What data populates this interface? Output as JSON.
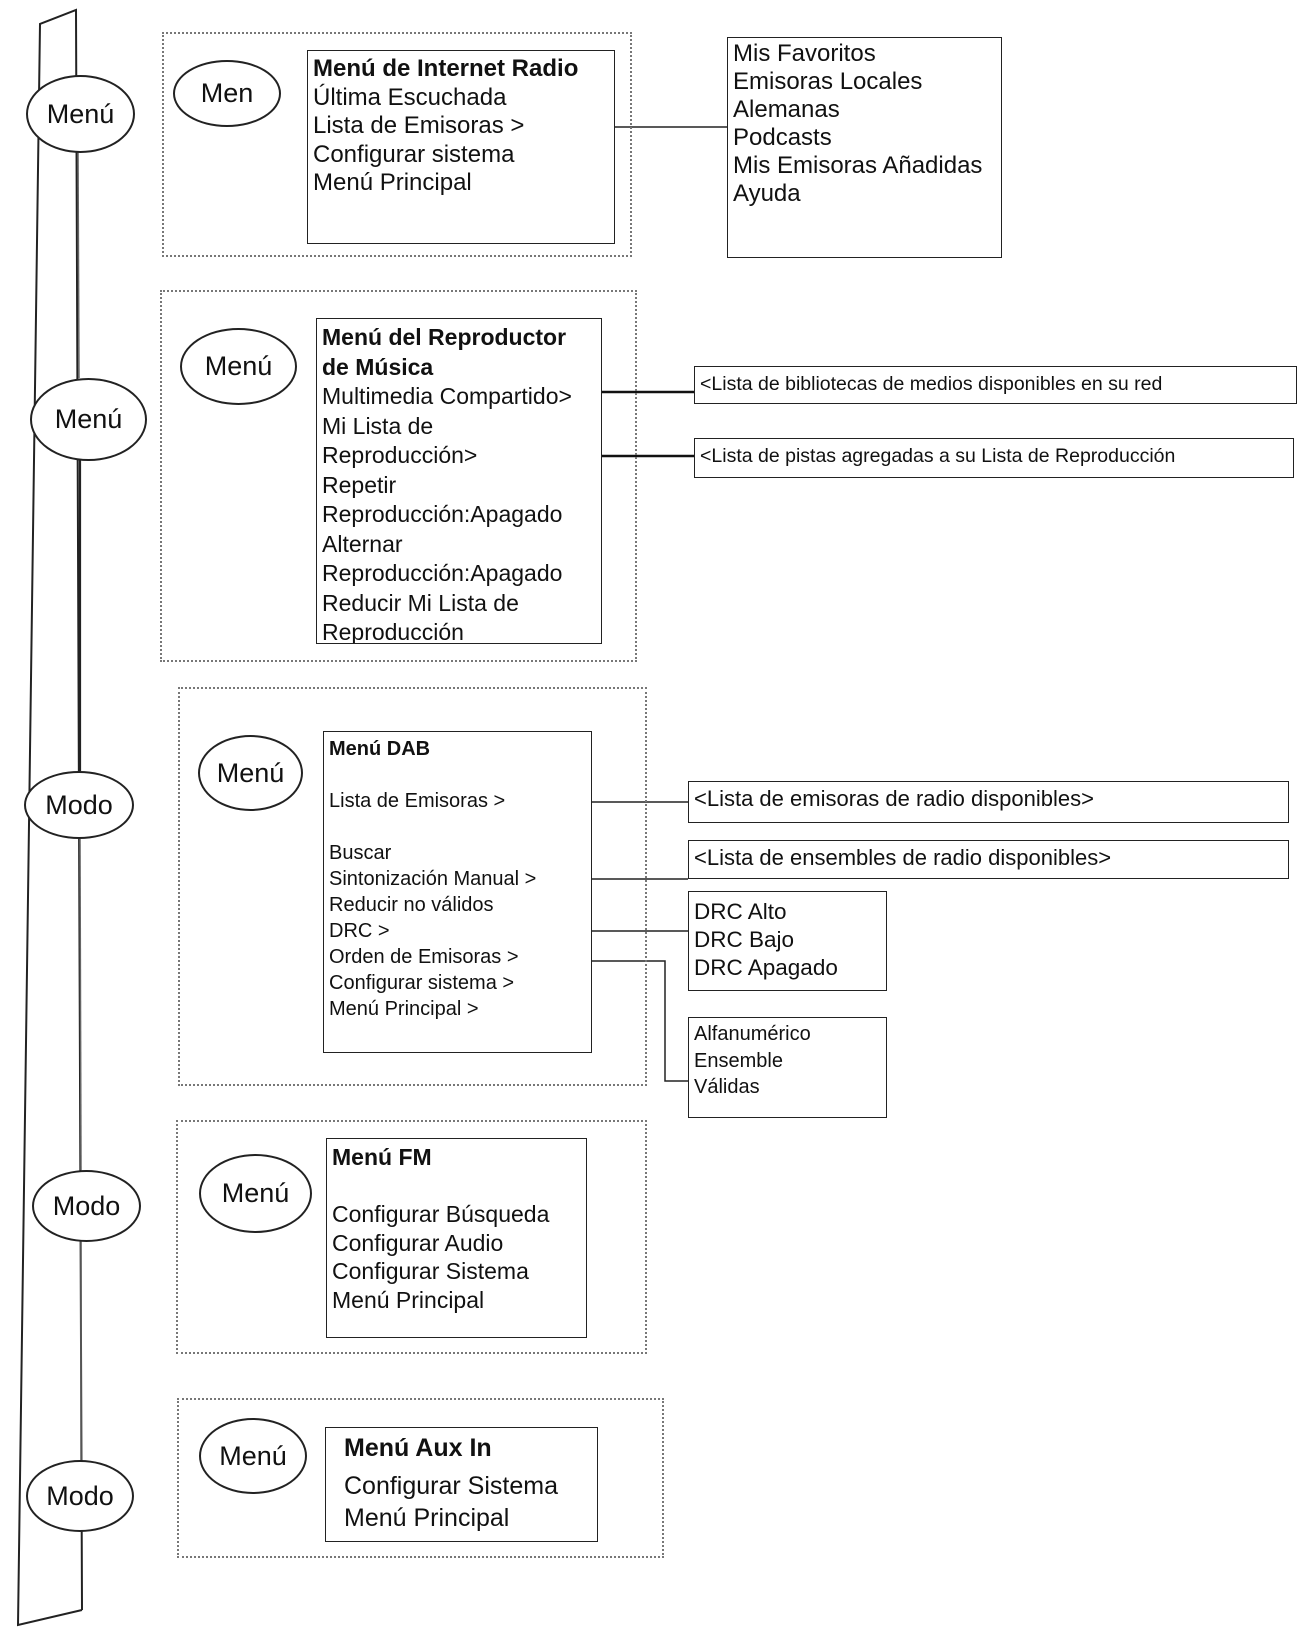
{
  "left_ovals": [
    "Menú",
    "Menú",
    "Modo",
    "Modo",
    "Modo"
  ],
  "panel_ovals": [
    "Men",
    "Menú",
    "Menú",
    "Menú",
    "Menú"
  ],
  "internet_radio": {
    "title": "Menú de Internet Radio",
    "items": [
      "Última Escuchada",
      "Lista de Emisoras >",
      "Configurar sistema",
      "Menú Principal"
    ],
    "station_list_items": [
      "Mis Favoritos",
      "Emisoras Locales",
      "Alemanas",
      "Podcasts",
      "Mis Emisoras Añadidas",
      "Ayuda"
    ]
  },
  "music_player": {
    "title_lines": [
      "Menú del Reproductor",
      "de Música"
    ],
    "items": [
      "Multimedia Compartido>",
      "Mi Lista de",
      "Reproducción>",
      "Repetir",
      "Reproducción:Apagado",
      "Alternar",
      "Reproducción:Apagado",
      "Reducir Mi Lista de",
      "Reproducción"
    ],
    "shared_media_note": "<Lista de bibliotecas de medios disponibles en su red",
    "playlist_note": "<Lista de pistas agregadas a su Lista de Reproducción"
  },
  "dab": {
    "title": "Menú DAB",
    "station_list": "Lista de Emisoras >",
    "items": [
      "Buscar",
      "Sintonización Manual >",
      "Reducir no válidos",
      "DRC >",
      "Orden de Emisoras >",
      "Configurar sistema >",
      "Menú Principal >"
    ],
    "stations_note": "<Lista de emisoras de radio disponibles>",
    "ensembles_note": "<Lista de ensembles de radio disponibles>",
    "drc_options": [
      "DRC Alto",
      "DRC Bajo",
      "DRC Apagado"
    ],
    "order_options": [
      "Alfanumérico",
      "Ensemble",
      "Válidas"
    ]
  },
  "fm": {
    "title": "Menú FM",
    "items": [
      "Configurar Búsqueda",
      "Configurar Audio",
      "Configurar Sistema",
      "Menú Principal"
    ]
  },
  "aux_in": {
    "title": "Menú Aux In",
    "items": [
      "Configurar Sistema",
      "Menú Principal"
    ]
  }
}
